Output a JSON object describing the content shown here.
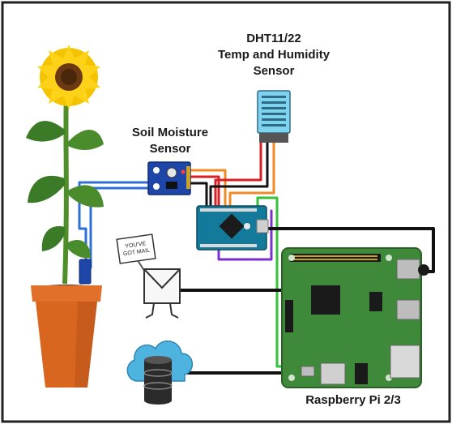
{
  "labels": {
    "dht_line1": "DHT11/22",
    "dht_line2": "Temp and Humidity",
    "dht_line3": "Sensor",
    "soil_line1": "Soil Moisture",
    "soil_line2": "Sensor",
    "rpi": "Raspberry Pi 2/3",
    "sign_line1": "YOU'VE",
    "sign_line2": "GOT MAIL"
  },
  "icons": {
    "plant": "sunflower-in-pot-icon",
    "sensor_dht": "dht-sensor-icon",
    "sensor_soil": "soil-moisture-sensor-icon",
    "arduino": "arduino-nano-icon",
    "rpi": "raspberry-pi-board-icon",
    "email": "email-envelope-icon",
    "cloud": "cloud-database-icon"
  },
  "colors": {
    "wire_blue": "#2f6fd6",
    "wire_orange": "#f08a24",
    "wire_red": "#d81f26",
    "wire_black": "#111111",
    "wire_green": "#34c23a",
    "wire_purple": "#7a2fd0",
    "board_green": "#3f8a3a",
    "sensor_blue": "#1d46a8",
    "dht_cyan": "#7fd3ef",
    "arduino_teal": "#137a9c",
    "pot_orange": "#d9661f",
    "petal_yellow": "#f5c400",
    "cloud_blue": "#4fb3e0"
  }
}
